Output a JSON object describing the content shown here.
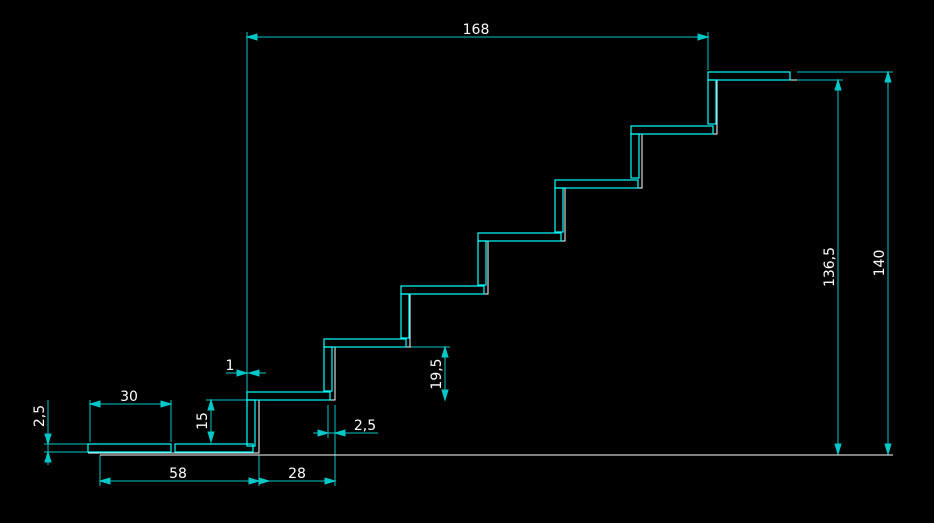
{
  "colors": {
    "background": "#000000",
    "geometry": "#ffffff",
    "treads": "#00ffff",
    "dimensions": "#00c8c8",
    "dim_text": "#ffffff"
  },
  "dimensions": {
    "total_run": "168",
    "total_height": "140",
    "top_height": "136,5",
    "riser_height": "19,5",
    "first_riser": "15",
    "step_gap": "1",
    "thickness_small": "2,5",
    "thickness_left": "2,5",
    "landing_slab": "30",
    "landing_length": "58",
    "tread_depth": "28"
  }
}
